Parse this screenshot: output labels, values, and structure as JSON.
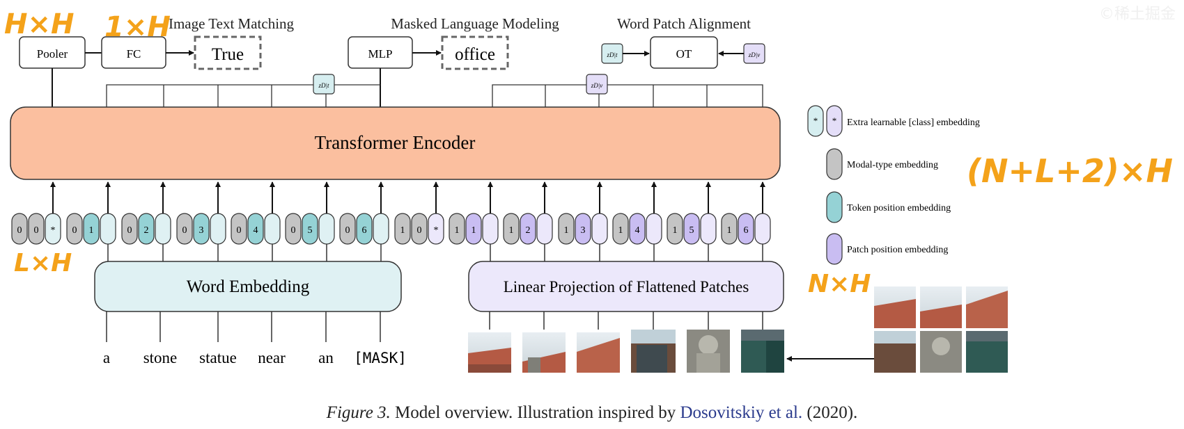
{
  "tasks": {
    "itm": "Image Text Matching",
    "mlm": "Masked Language Modeling",
    "wpa": "Word Patch Alignment"
  },
  "boxes": {
    "pooler": "Pooler",
    "fc": "FC",
    "true_label": "True",
    "mlp": "MLP",
    "office_label": "office",
    "ot": "OT",
    "encoder": "Transformer Encoder",
    "word_embedding": "Word Embedding",
    "linear_projection": "Linear Projection of Flattened Patches"
  },
  "z_labels": {
    "zt": "zD|t",
    "zv": "zD|v"
  },
  "legend": [
    {
      "label": "Extra learnable [class] embedding"
    },
    {
      "label": "Modal-type embedding"
    },
    {
      "label": "Token position embedding"
    },
    {
      "label": "Patch position embedding"
    }
  ],
  "text_tokens": [
    "a",
    "stone",
    "statue",
    "near",
    "an",
    "[MASK]"
  ],
  "embedding_groups": [
    {
      "modal": "0",
      "pos": "0",
      "pos_is_class": true,
      "third": "*"
    },
    {
      "modal": "0",
      "pos": "1",
      "third": ""
    },
    {
      "modal": "0",
      "pos": "2",
      "third": ""
    },
    {
      "modal": "0",
      "pos": "3",
      "third": ""
    },
    {
      "modal": "0",
      "pos": "4",
      "third": ""
    },
    {
      "modal": "0",
      "pos": "5",
      "third": ""
    },
    {
      "modal": "0",
      "pos": "6",
      "third": ""
    },
    {
      "modal": "1",
      "pos": "0",
      "pos_is_class": true,
      "third": "*"
    },
    {
      "modal": "1",
      "pos": "1",
      "third": ""
    },
    {
      "modal": "1",
      "pos": "2",
      "third": ""
    },
    {
      "modal": "1",
      "pos": "3",
      "third": ""
    },
    {
      "modal": "1",
      "pos": "4",
      "third": ""
    },
    {
      "modal": "1",
      "pos": "5",
      "third": ""
    },
    {
      "modal": "1",
      "pos": "6",
      "third": ""
    }
  ],
  "annotations": {
    "a1": "H×H",
    "a2": "1×H",
    "a3": "L×H",
    "a4": "N×H",
    "a5": "(N+L+2)×H"
  },
  "caption": {
    "fig": "Figure 3.",
    "text": " Model overview. Illustration inspired by ",
    "link": "Dosovitskiy et al.",
    "year": " (2020)."
  },
  "watermark": "©稀土掘金"
}
